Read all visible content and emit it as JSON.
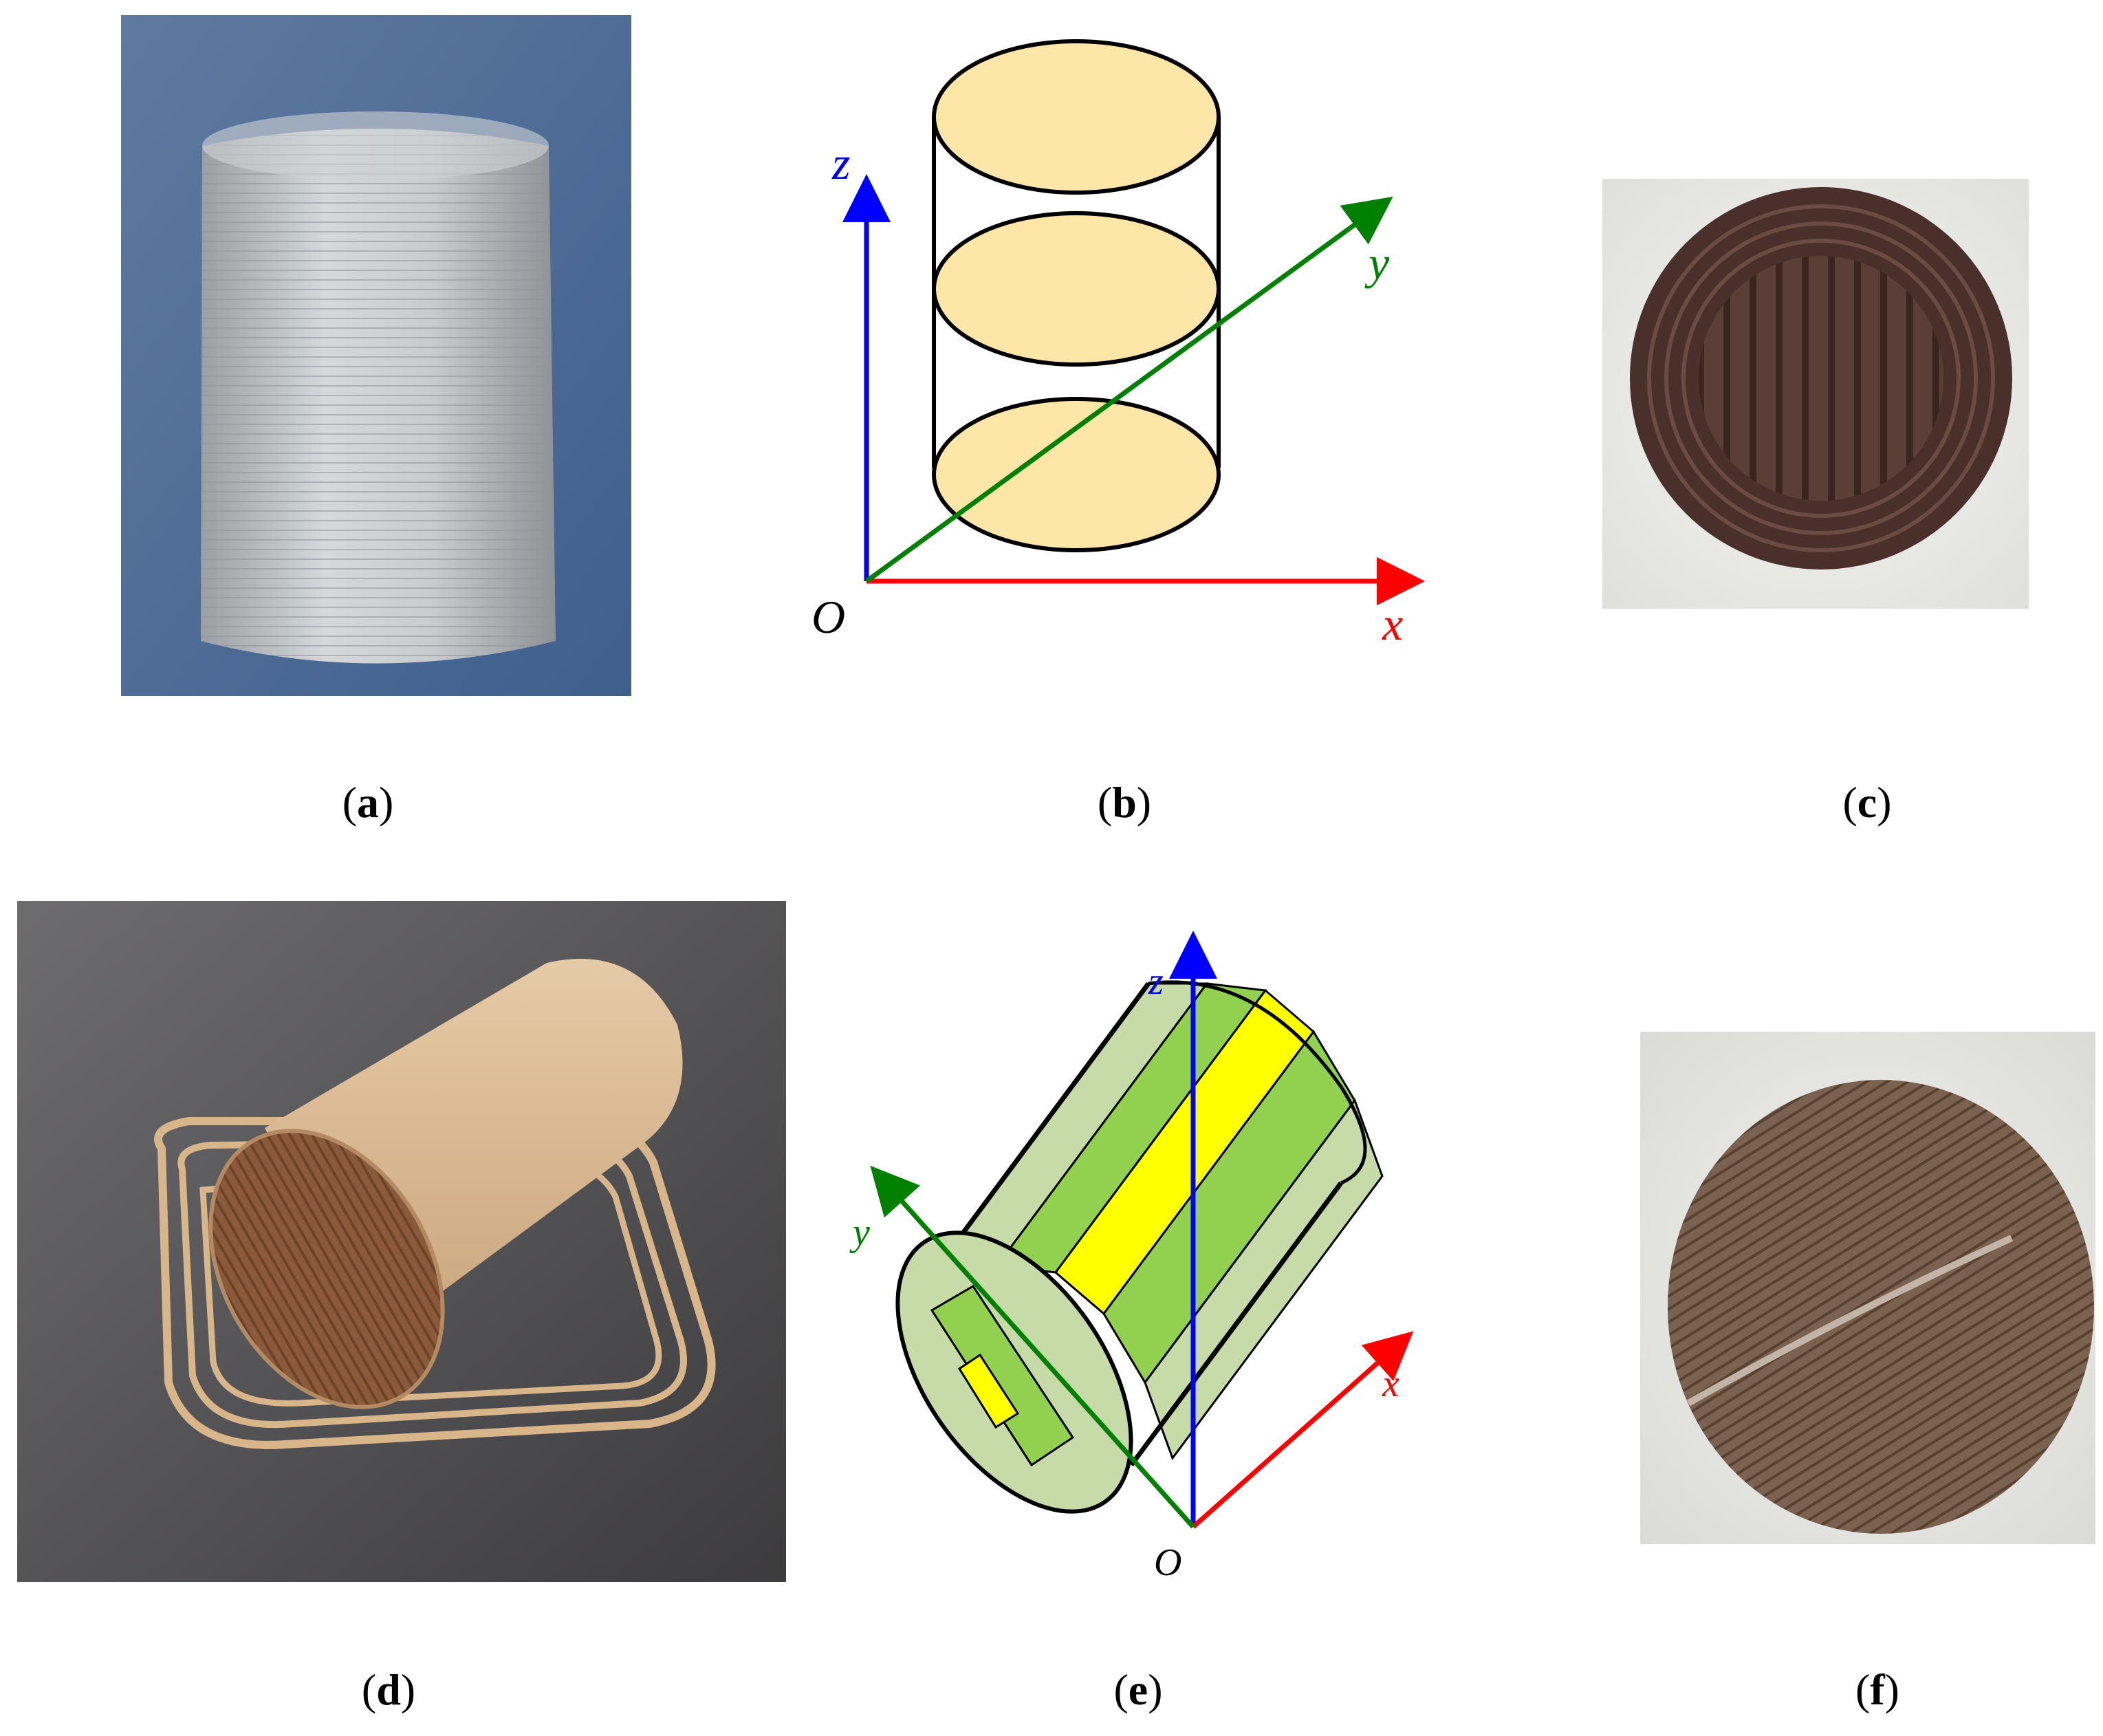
{
  "panels": {
    "a": {
      "caption_letter": "a"
    },
    "b": {
      "caption_letter": "b",
      "axis_x": "x",
      "axis_y": "y",
      "axis_z": "z",
      "origin": "O"
    },
    "c": {
      "caption_letter": "c"
    },
    "d": {
      "caption_letter": "d"
    },
    "e": {
      "caption_letter": "e",
      "axis_x": "x",
      "axis_y": "y",
      "axis_z": "z",
      "origin": "O"
    },
    "f": {
      "caption_letter": "f"
    }
  },
  "colors": {
    "x_axis": "#ff0000",
    "y_axis": "#008000",
    "z_axis": "#0000ff",
    "layer_fill": "#fde6a8",
    "strand_light": "#c6dba8",
    "strand_green": "#92d050",
    "strand_yellow": "#ffff00"
  }
}
